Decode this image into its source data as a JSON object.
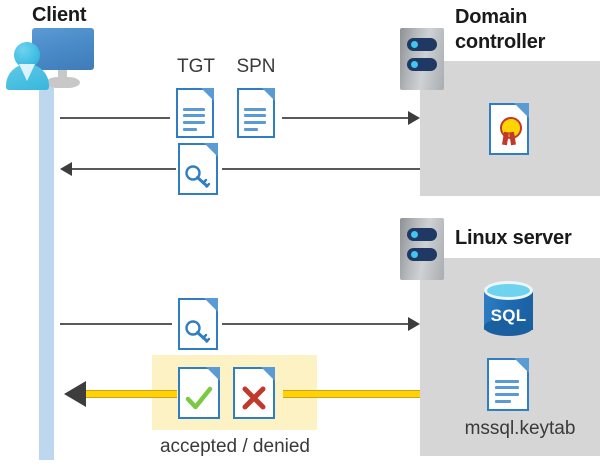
{
  "diagram": {
    "title": "Kerberos authentication flow between client, domain controller and Linux server"
  },
  "actors": {
    "client": {
      "label": "Client",
      "icon": "client-computer-user-icon"
    },
    "domain_controller": {
      "label_line1": "Domain",
      "label_line2": "controller",
      "icon": "server-rack-icon",
      "contents": [
        {
          "name": "certificate-document-icon",
          "label": ""
        }
      ]
    },
    "linux_server": {
      "label": "Linux server",
      "icon": "server-rack-icon",
      "contents": [
        {
          "name": "sql-database-icon",
          "label": "SQL"
        },
        {
          "name": "keytab-document-icon",
          "label": "mssql.keytab"
        }
      ]
    }
  },
  "messages": [
    {
      "id": "msg-1",
      "direction": "client-to-domain-controller",
      "artifacts": [
        {
          "name": "tgt-document-icon",
          "label": "TGT"
        },
        {
          "name": "spn-document-icon",
          "label": "SPN"
        }
      ]
    },
    {
      "id": "msg-2",
      "direction": "domain-controller-to-client",
      "artifacts": [
        {
          "name": "service-ticket-key-document-icon",
          "label": ""
        }
      ]
    },
    {
      "id": "msg-3",
      "direction": "client-to-linux-server",
      "artifacts": [
        {
          "name": "service-ticket-key-document-icon",
          "label": ""
        }
      ]
    },
    {
      "id": "msg-4",
      "direction": "linux-server-to-client",
      "highlighted": true,
      "caption": "accepted / denied",
      "artifacts": [
        {
          "name": "accepted-document-icon",
          "label": ""
        },
        {
          "name": "denied-document-icon",
          "label": ""
        }
      ]
    }
  ],
  "labels": {
    "tgt": "TGT",
    "spn": "SPN",
    "accepted_denied": "accepted / denied",
    "sql": "SQL",
    "keytab": "mssql.keytab"
  },
  "colors": {
    "panel_gray": "#d6d6d6",
    "lifeline_blue": "#bdd7ee",
    "doc_border_blue": "#2f7ec4",
    "doc_fold_blue": "#5b9bd5",
    "arrow_gray": "#595959",
    "highlight_yellow": "#fdf2c4",
    "yellow_arrow": "#ffd200",
    "accept_green": "#7ac943",
    "deny_red": "#c0392b",
    "seal_gold": "#ffd400",
    "sql_blue": "#1f6ab0"
  }
}
